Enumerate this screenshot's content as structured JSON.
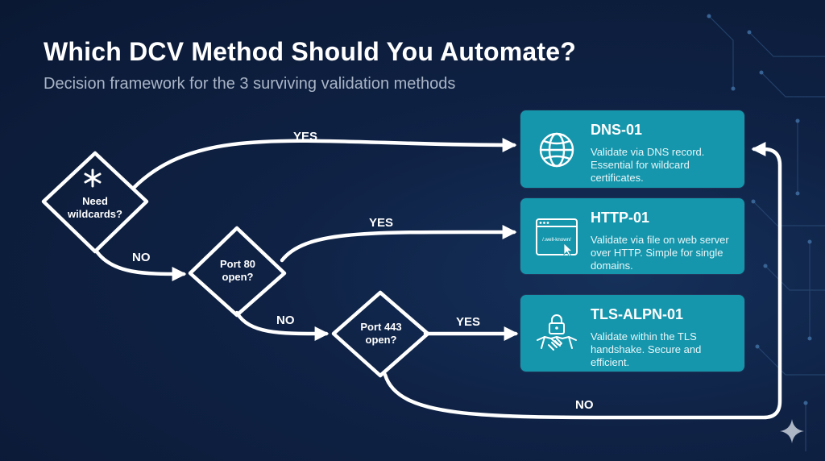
{
  "title": "Which DCV Method Should You Automate?",
  "subtitle": "Decision framework for the 3 surviving validation methods",
  "decisions": {
    "wildcards": {
      "label": "Need wildcards?"
    },
    "port80": {
      "label": "Port 80 open?"
    },
    "port443": {
      "label": "Port 443 open?"
    }
  },
  "edges": {
    "wildcards_yes": "YES",
    "wildcards_no": "NO",
    "port80_yes": "YES",
    "port80_no": "NO",
    "port443_yes": "YES",
    "port443_no": "NO"
  },
  "methods": {
    "dns": {
      "name": "DNS-01",
      "description": "Validate via DNS record. Essential for wildcard certificates.",
      "icon": "globe-icon"
    },
    "http": {
      "name": "HTTP-01",
      "description": "Validate via file on web server over HTTP. Simple for single domains.",
      "icon": "browser-window-icon",
      "icon_text": "/.well-known/"
    },
    "tls": {
      "name": "TLS-ALPN-01",
      "description": "Validate within the TLS handshake. Secure and efficient.",
      "icon": "lock-handshake-icon"
    }
  },
  "colors": {
    "background": "#0f2245",
    "card": "#1596ac",
    "arrow": "#ffffff",
    "subtitle": "#a9b4c6"
  }
}
